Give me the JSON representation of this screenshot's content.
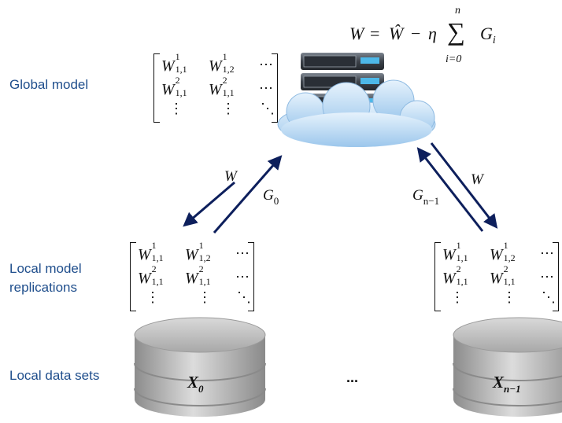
{
  "labels": {
    "global_model": "Global model",
    "local_model_line1": "Local model",
    "local_model_line2": "replications",
    "local_data_sets": "Local data sets"
  },
  "formula": {
    "lhs": "W",
    "equals": "=",
    "what": "Ŵ",
    "minus": "−",
    "eta": "η",
    "sum": "∑",
    "upper": "n",
    "lower": "i=0",
    "term": "G",
    "term_sub": "i"
  },
  "matrix": {
    "w": "W",
    "r1c1_sup": "1",
    "r1c1_sub": "1,1",
    "r1c2_sup": "1",
    "r1c2_sub": "1,2",
    "r2c1_sup": "2",
    "r2c1_sub": "1,1",
    "r2c2_sup": "2",
    "r2c2_sub": "1,1",
    "hdots": "⋯",
    "vdots": "⋮",
    "ddots": "⋱"
  },
  "arrows": {
    "left_down": "W",
    "left_up": "G",
    "left_up_sub": "0",
    "right_up": "G",
    "right_up_sub": "n−1",
    "right_down": "W"
  },
  "datasets": {
    "left": "X",
    "left_sub": "0",
    "right": "X",
    "right_sub": "n−1",
    "middle": "..."
  },
  "colors": {
    "label": "#1f4e8c",
    "arrow": "#0d1f5c",
    "cloud": "#bfdcf5",
    "db_gray": "#bdbdbd"
  }
}
